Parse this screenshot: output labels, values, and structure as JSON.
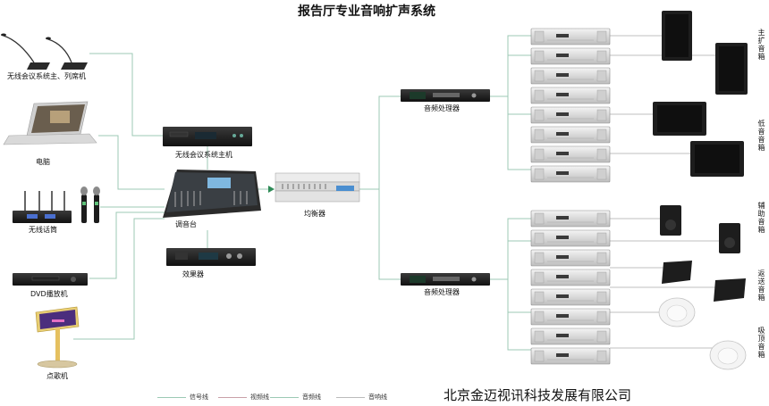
{
  "title": "报告厅专业音响扩声系统",
  "company": "北京金迈视讯科技发展有限公司",
  "devices": {
    "conference_mics": "无线会议系统主、列席机",
    "computer": "电脑",
    "wireless_mic": "无线话筒",
    "dvd": "DVD播放机",
    "karaoke": "点歌机",
    "conference_host": "无线会议系统主机",
    "mixer": "调音台",
    "effects": "效果器",
    "equalizer": "均衡器",
    "processor_top": "音频处理器",
    "processor_bottom": "音频处理器"
  },
  "speaker_groups": {
    "main": "主扩音箱",
    "sub": "低音音箱",
    "aux": "辅助音箱",
    "monitor": "返送音箱",
    "ceiling": "吸顶音箱"
  },
  "legend": [
    {
      "label": "信号线",
      "color": "#9cc9b4"
    },
    {
      "label": "视频线",
      "color": "#c9a0a8"
    },
    {
      "label": "音频线",
      "color": "#9cc9b4"
    },
    {
      "label": "音响线",
      "color": "#bbbbbb"
    }
  ],
  "colors": {
    "line": "#9cc9b4",
    "amp_face": "#e6e6e6",
    "dark": "#1c1c1c"
  }
}
